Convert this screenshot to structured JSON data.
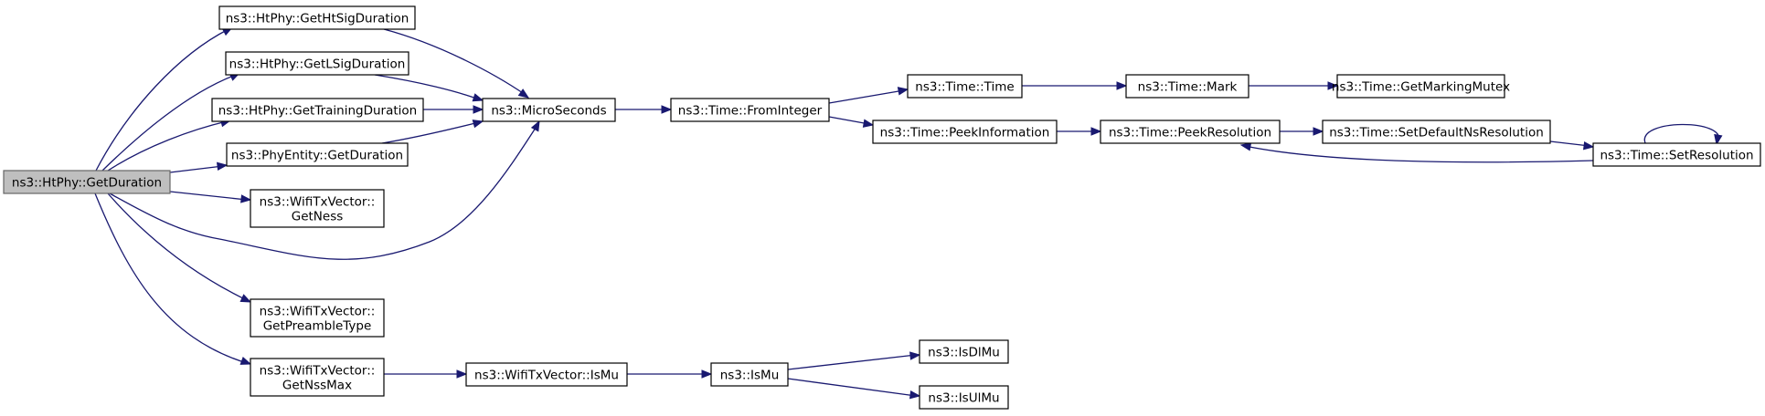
{
  "graph": {
    "edge_color": "#191970",
    "root_fill": "#bfbfbf",
    "nodes": [
      {
        "id": "getduration",
        "lines": [
          "ns3::HtPhy::GetDuration"
        ],
        "root": true
      },
      {
        "id": "gethtsigduration",
        "lines": [
          "ns3::HtPhy::GetHtSigDuration"
        ]
      },
      {
        "id": "getlsigduration",
        "lines": [
          "ns3::HtPhy::GetLSigDuration"
        ]
      },
      {
        "id": "gettrainingduration",
        "lines": [
          "ns3::HtPhy::GetTrainingDuration"
        ]
      },
      {
        "id": "phyentity-getduration",
        "lines": [
          "ns3::PhyEntity::GetDuration"
        ]
      },
      {
        "id": "getness",
        "lines": [
          "ns3::WifiTxVector::",
          "GetNess"
        ]
      },
      {
        "id": "getpreambletype",
        "lines": [
          "ns3::WifiTxVector::",
          "GetPreambleType"
        ]
      },
      {
        "id": "getnssmax",
        "lines": [
          "ns3::WifiTxVector::",
          "GetNssMax"
        ]
      },
      {
        "id": "microseconds",
        "lines": [
          "ns3::MicroSeconds"
        ]
      },
      {
        "id": "frominteger",
        "lines": [
          "ns3::Time::FromInteger"
        ]
      },
      {
        "id": "time",
        "lines": [
          "ns3::Time::Time"
        ]
      },
      {
        "id": "peekinformation",
        "lines": [
          "ns3::Time::PeekInformation"
        ]
      },
      {
        "id": "mark",
        "lines": [
          "ns3::Time::Mark"
        ]
      },
      {
        "id": "getmarkingmutex",
        "lines": [
          "ns3::Time::GetMarkingMutex"
        ]
      },
      {
        "id": "peekresolution",
        "lines": [
          "ns3::Time::PeekResolution"
        ]
      },
      {
        "id": "setdefaultnsresolution",
        "lines": [
          "ns3::Time::SetDefaultNsResolution"
        ]
      },
      {
        "id": "setresolution",
        "lines": [
          "ns3::Time::SetResolution"
        ]
      },
      {
        "id": "wifitxvector-ismu",
        "lines": [
          "ns3::WifiTxVector::IsMu"
        ]
      },
      {
        "id": "ismu",
        "lines": [
          "ns3::IsMu"
        ]
      },
      {
        "id": "isdlmu",
        "lines": [
          "ns3::IsDlMu"
        ]
      },
      {
        "id": "isulmu",
        "lines": [
          "ns3::IsUlMu"
        ]
      }
    ],
    "edges": [
      {
        "from": "getduration",
        "to": "gethtsigduration"
      },
      {
        "from": "getduration",
        "to": "getlsigduration"
      },
      {
        "from": "getduration",
        "to": "gettrainingduration"
      },
      {
        "from": "getduration",
        "to": "phyentity-getduration"
      },
      {
        "from": "getduration",
        "to": "getness"
      },
      {
        "from": "getduration",
        "to": "microseconds"
      },
      {
        "from": "getduration",
        "to": "getpreambletype"
      },
      {
        "from": "getduration",
        "to": "getnssmax"
      },
      {
        "from": "gethtsigduration",
        "to": "microseconds"
      },
      {
        "from": "getlsigduration",
        "to": "microseconds"
      },
      {
        "from": "gettrainingduration",
        "to": "microseconds"
      },
      {
        "from": "phyentity-getduration",
        "to": "microseconds"
      },
      {
        "from": "microseconds",
        "to": "frominteger"
      },
      {
        "from": "frominteger",
        "to": "time"
      },
      {
        "from": "frominteger",
        "to": "peekinformation"
      },
      {
        "from": "time",
        "to": "mark"
      },
      {
        "from": "mark",
        "to": "getmarkingmutex"
      },
      {
        "from": "peekinformation",
        "to": "peekresolution"
      },
      {
        "from": "peekresolution",
        "to": "setdefaultnsresolution"
      },
      {
        "from": "setdefaultnsresolution",
        "to": "setresolution"
      },
      {
        "from": "setresolution",
        "to": "peekresolution"
      },
      {
        "from": "setresolution",
        "to": "setresolution"
      },
      {
        "from": "getnssmax",
        "to": "wifitxvector-ismu"
      },
      {
        "from": "wifitxvector-ismu",
        "to": "ismu"
      },
      {
        "from": "ismu",
        "to": "isdlmu"
      },
      {
        "from": "ismu",
        "to": "isulmu"
      }
    ]
  }
}
